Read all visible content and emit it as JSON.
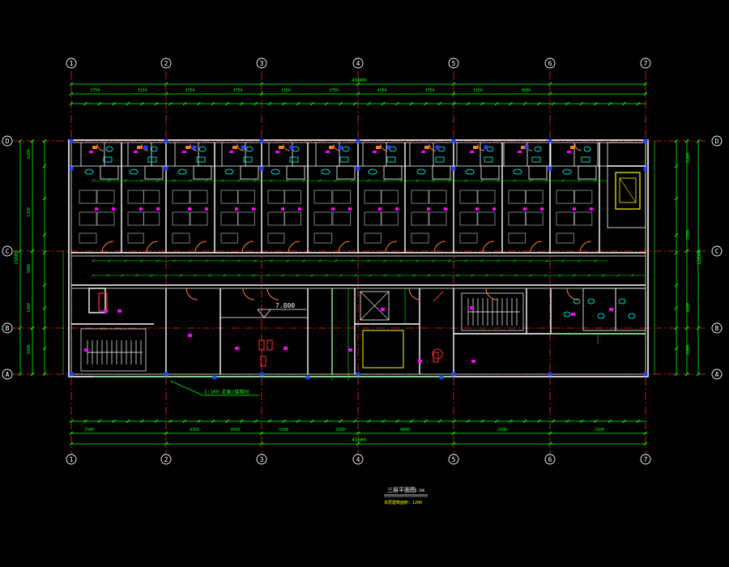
{
  "colors": {
    "background": "#000000",
    "wall": "#ffffff",
    "dimension": "#00ff00",
    "axis_line": "#ff0000",
    "room_tag": "#ff00ff",
    "door": "#ff7f27",
    "fixture": "#00ffff",
    "stair": "#ffff00"
  },
  "grid_columns": [
    "1",
    "2",
    "3",
    "4",
    "5",
    "6",
    "7"
  ],
  "grid_rows": [
    "D",
    "C",
    "B",
    "A"
  ],
  "dimensions": {
    "top_overall": "45600",
    "top_spans": [
      "3750",
      "3150",
      "3750",
      "3750",
      "3150",
      "3750",
      "4200",
      "3750",
      "3150",
      "3600"
    ],
    "bottom_spans": [
      "1500",
      "4350",
      "3950",
      "3150",
      "2500",
      "4800",
      "2500",
      "1500"
    ],
    "bottom_overall": "45600",
    "left_overall": "15600",
    "left_segments": [
      "4200",
      "1350",
      "3900",
      "1800",
      "3900"
    ],
    "right_overall": "15600",
    "right_segments": [
      "3200",
      "1350",
      "1800",
      "3900"
    ]
  },
  "level_marker": "7.800",
  "corridor_note": "1:100 走廊/楼梯间",
  "plan_title": "三层平面图",
  "plan_scale": "1:100",
  "plan_subtitle": "本层建筑面积：1200"
}
